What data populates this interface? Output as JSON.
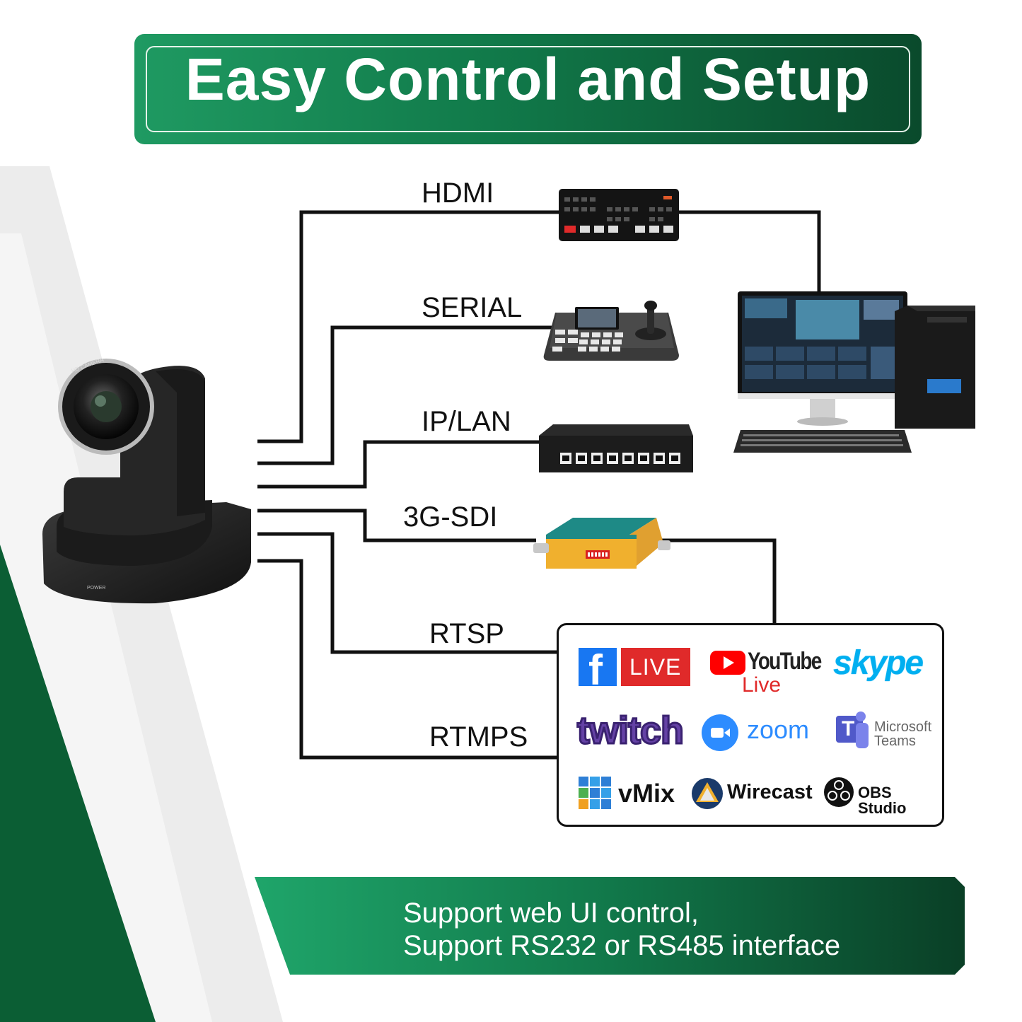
{
  "title": "Easy Control and Setup",
  "protocols": {
    "hdmi": "HDMI",
    "serial": "SERIAL",
    "ip_lan": "IP/LAN",
    "sdi": "3G-SDI",
    "rtsp": "RTSP",
    "rtmps": "RTMPS"
  },
  "camera": {
    "ring_label": "HD CAMERA",
    "power_label": "POWER"
  },
  "platforms": {
    "facebook_live": "LIVE",
    "youtube": "YouTube",
    "youtube_live": "Live",
    "skype": "skype",
    "twitch": "twitch",
    "zoom": "zoom",
    "teams_line1": "Microsoft",
    "teams_line2": "Teams",
    "vmix": "vMix",
    "wirecast": "Wirecast",
    "obs": "OBS Studio"
  },
  "support": {
    "line1": "Support web UI control,",
    "line2": "Support RS232 or RS485 interface"
  },
  "colors": {
    "brand_green_light": "#1f9a62",
    "brand_green_dark": "#0a4a2c",
    "facebook_blue": "#1877f2",
    "live_red": "#e02a2a",
    "youtube_red": "#ff0000",
    "skype_blue": "#00aff0",
    "twitch_purple": "#6441a5",
    "zoom_blue": "#2d8cff",
    "teams_purple": "#5059c9"
  }
}
